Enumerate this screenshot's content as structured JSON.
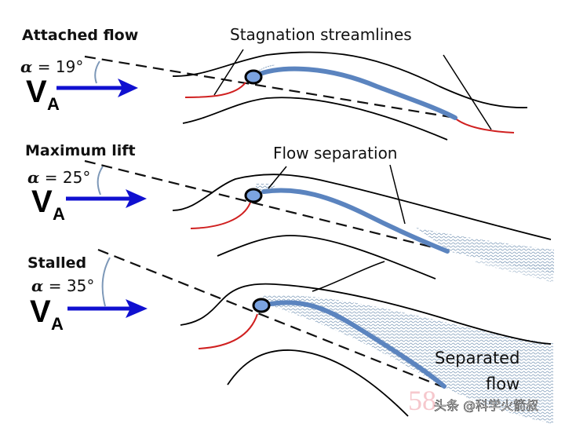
{
  "panels": [
    {
      "title": "Attached flow",
      "alpha_symbol": "α",
      "alpha_text": " = 19°",
      "angle_of_attack_deg": 19,
      "velocity_label": "V",
      "velocity_subscript": "A",
      "callout": "Stagnation streamlines"
    },
    {
      "title": "Maximum lift",
      "alpha_symbol": "α",
      "alpha_text": " = 25°",
      "angle_of_attack_deg": 25,
      "velocity_label": "V",
      "velocity_subscript": "A",
      "callout": "Flow separation"
    },
    {
      "title": "Stalled",
      "alpha_symbol": "α",
      "alpha_text": " = 35°",
      "angle_of_attack_deg": 35,
      "velocity_label": "V",
      "velocity_subscript": "A",
      "callout_line1": "Separated",
      "callout_line2": "flow"
    }
  ],
  "colors": {
    "airfoil": "#5b84bf",
    "velocity_arrow": "#1010d0",
    "stagnation_streamline": "#d02020",
    "streamline": "#000000",
    "separation_hatch": "#6a8cae"
  },
  "watermark": {
    "number": "58",
    "text": "头条 @科学火箭叔"
  }
}
